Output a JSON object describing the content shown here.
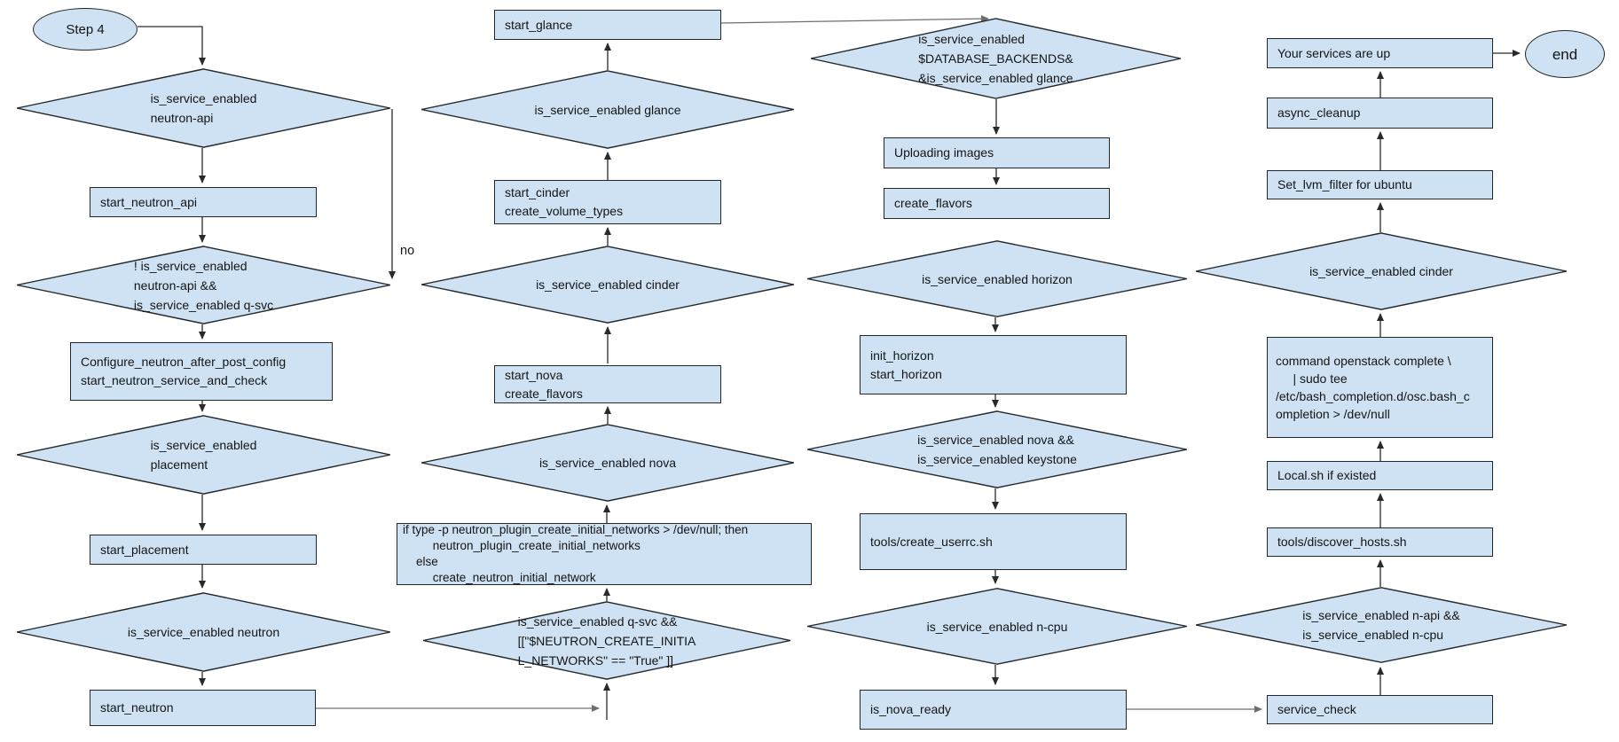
{
  "title": "Step 4 service startup flowchart",
  "theme": {
    "shape_fill": "#cfe2f3",
    "shape_border": "#22272b",
    "connector": "#2a2a2a",
    "connector_muted": "#6f6f6f",
    "text": "#141414",
    "background": "#ffffff"
  },
  "edge_labels": {
    "no": "no"
  },
  "nodes": {
    "step4": {
      "type": "terminator",
      "text": "Step 4"
    },
    "d_neutron_api": {
      "type": "decision",
      "text": "is_service_enabled\nneutron-api"
    },
    "r_start_neutron_api": {
      "type": "process",
      "text": "start_neutron_api"
    },
    "d_not_napi_qsvc": {
      "type": "decision",
      "text": "! is_service_enabled\nneutron-api &&\nis_service_enabled q-svc"
    },
    "r_configure_neutron": {
      "type": "process",
      "text": "Configure_neutron_after_post_config\nstart_neutron_service_and_check"
    },
    "d_placement": {
      "type": "decision",
      "text": "is_service_enabled\nplacement"
    },
    "r_start_placement": {
      "type": "process",
      "text": "start_placement"
    },
    "d_neutron": {
      "type": "decision",
      "text": "is_service_enabled neutron"
    },
    "r_start_neutron": {
      "type": "process",
      "text": "start_neutron"
    },
    "r_start_glance": {
      "type": "process",
      "text": "start_glance"
    },
    "d_glance": {
      "type": "decision",
      "text": "is_service_enabled glance"
    },
    "r_start_cinder": {
      "type": "process",
      "text": "start_cinder\ncreate_volume_types"
    },
    "d_cinder": {
      "type": "decision",
      "text": "is_service_enabled cinder"
    },
    "r_start_nova": {
      "type": "process",
      "text": "start_nova\ncreate_flavors"
    },
    "d_nova": {
      "type": "decision",
      "text": "is_service_enabled nova"
    },
    "r_if_block": {
      "type": "process",
      "text": "if type -p neutron_plugin_create_initial_networks > /dev/null; then\n         neutron_plugin_create_initial_networks\n    else\n         create_neutron_initial_network"
    },
    "d_qsvc_networks": {
      "type": "decision",
      "text": "is_service_enabled q-svc &&\n[[\"$NEUTRON_CREATE_INITIA\nL_NETWORKS\" == \"True\" ]]"
    },
    "d_database_glance": {
      "type": "decision",
      "text": "is_service_enabled\n$DATABASE_BACKENDS&\n&is_service_enabled glance"
    },
    "r_uploading_images": {
      "type": "process",
      "text": "Uploading images"
    },
    "r_create_flavors": {
      "type": "process",
      "text": "create_flavors"
    },
    "d_horizon": {
      "type": "decision",
      "text": "is_service_enabled horizon"
    },
    "r_init_horizon": {
      "type": "process",
      "text": "init_horizon\nstart_horizon"
    },
    "d_nova_keystone": {
      "type": "decision",
      "text": "is_service_enabled nova &&\nis_service_enabled keystone"
    },
    "r_create_userrc": {
      "type": "process",
      "text": "tools/create_userrc.sh"
    },
    "d_ncpu": {
      "type": "decision",
      "text": "is_service_enabled n-cpu"
    },
    "r_is_nova_ready": {
      "type": "process",
      "text": "is_nova_ready"
    },
    "r_services_up": {
      "type": "process",
      "text": "Your services are up"
    },
    "end": {
      "type": "terminator",
      "text": "end"
    },
    "r_async_cleanup": {
      "type": "process",
      "text": "async_cleanup"
    },
    "r_set_lvm_filter": {
      "type": "process",
      "text": "Set_lvm_filter for ubuntu"
    },
    "d_cinder2": {
      "type": "decision",
      "text": "is_service_enabled cinder"
    },
    "r_osc_completion": {
      "type": "process",
      "text": "command openstack complete \\\n     | sudo tee\n/etc/bash_completion.d/osc.bash_c\nompletion > /dev/null"
    },
    "r_local_sh": {
      "type": "process",
      "text": "Local.sh if existed"
    },
    "r_discover_hosts": {
      "type": "process",
      "text": "tools/discover_hosts.sh"
    },
    "d_napi_ncpu": {
      "type": "decision",
      "text": "is_service_enabled n-api &&\nis_service_enabled n-cpu"
    },
    "r_service_check": {
      "type": "process",
      "text": "service_check"
    }
  }
}
